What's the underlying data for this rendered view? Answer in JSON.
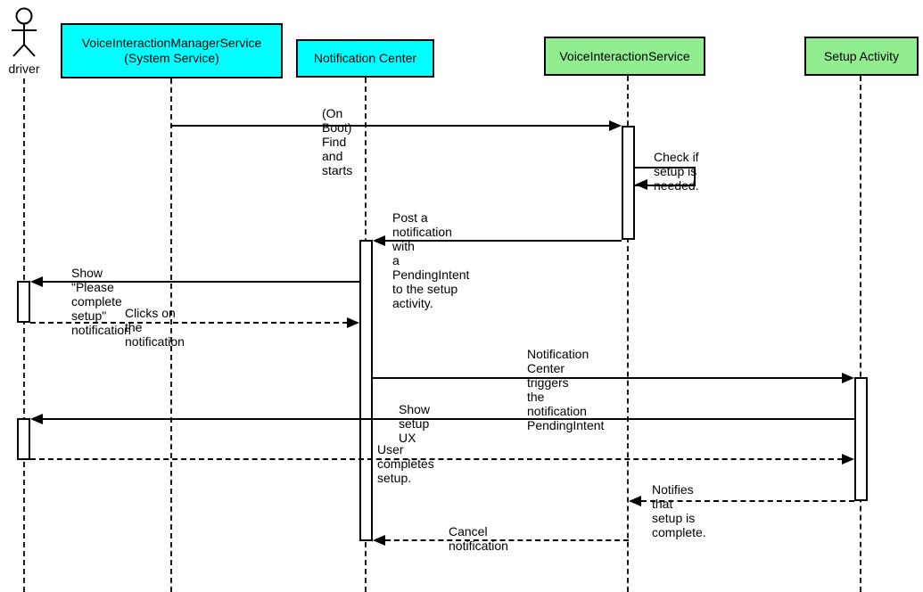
{
  "participants": [
    {
      "id": "driver",
      "kind": "actor",
      "label": "driver"
    },
    {
      "id": "voice-interaction-manager-service",
      "kind": "box",
      "fill": "#00FFFF",
      "label": "VoiceInteractionManagerService\n(System Service)"
    },
    {
      "id": "notification-center",
      "kind": "box",
      "fill": "#00FFFF",
      "label": "Notification Center"
    },
    {
      "id": "voice-interaction-service",
      "kind": "box",
      "fill": "#90EE90",
      "label": "VoiceInteractionService"
    },
    {
      "id": "setup-activity",
      "kind": "box",
      "fill": "#90EE90",
      "label": "Setup Activity"
    }
  ],
  "messages": [
    {
      "label": "(On Boot) Find and starts",
      "from": "VoiceInteractionManagerService (System Service)",
      "to": "VoiceInteractionService",
      "line": "solid"
    },
    {
      "label": "Check if setup is needed.",
      "from": "VoiceInteractionService",
      "to": "VoiceInteractionService",
      "line": "solid",
      "self_message": true
    },
    {
      "label": "Post a notification with\na PendingIntent to the setup activity.",
      "from": "VoiceInteractionService",
      "to": "Notification Center",
      "line": "solid"
    },
    {
      "label": "Show \"Please complete setup\" notification",
      "from": "Notification Center",
      "to": "driver",
      "line": "solid"
    },
    {
      "label": "Clicks on the notification",
      "from": "driver",
      "to": "Notification Center",
      "line": "dashed"
    },
    {
      "label": "Notification Center triggers\nthe notification PendingIntent",
      "from": "Notification Center",
      "to": "Setup Activity",
      "line": "solid"
    },
    {
      "label": "Show setup UX",
      "from": "Setup Activity",
      "to": "driver",
      "line": "solid"
    },
    {
      "label": "User completes setup.",
      "from": "driver",
      "to": "Setup Activity",
      "line": "dashed"
    },
    {
      "label": "Notifies that setup is complete.",
      "from": "Setup Activity",
      "to": "VoiceInteractionService",
      "line": "dashed"
    },
    {
      "label": "Cancel notification",
      "from": "VoiceInteractionService",
      "to": "Notification Center",
      "line": "dashed"
    }
  ],
  "colors": {
    "service_box": "#00FFFF",
    "activity_box": "#90EE90",
    "line": "#000000",
    "background": "#FFFFFF"
  }
}
